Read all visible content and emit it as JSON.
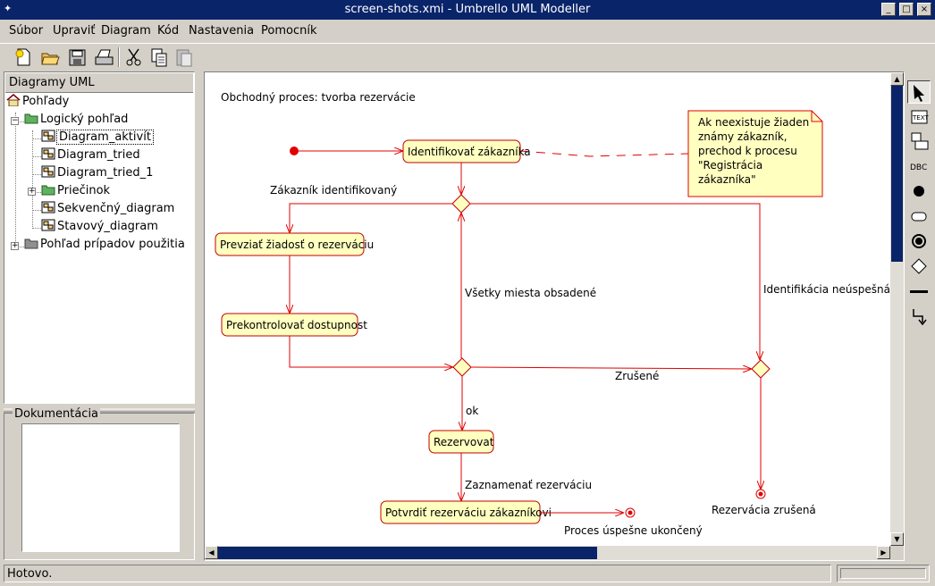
{
  "window": {
    "title": "screen-shots.xmi - Umbrello UML Modeller",
    "pin": "📌",
    "btn_min": "_",
    "btn_max": "□",
    "btn_close": "×"
  },
  "menu": {
    "items": [
      {
        "label": "Súbor"
      },
      {
        "label": "Upraviť"
      },
      {
        "label": "Diagram"
      },
      {
        "label": "Kód"
      },
      {
        "label": "Nastavenia"
      },
      {
        "label": "Pomocník"
      }
    ]
  },
  "toolbar": {
    "icons": [
      "new-icon",
      "open-icon",
      "save-icon",
      "print-icon",
      "cut-icon",
      "copy-icon",
      "paste-icon"
    ]
  },
  "tree": {
    "header": "Diagramy UML",
    "items": [
      {
        "label": "Pohľady"
      },
      {
        "label": "Logický pohľad"
      },
      {
        "label": "Diagram_aktivít"
      },
      {
        "label": "Diagram_tried"
      },
      {
        "label": "Diagram_tried_1"
      },
      {
        "label": "Priečinok"
      },
      {
        "label": "Sekvenčný_diagram"
      },
      {
        "label": "Stavový_diagram"
      },
      {
        "label": "Pohľad prípadov použitia"
      }
    ]
  },
  "doc": {
    "label": "Dokumentácia"
  },
  "diagram": {
    "title": "Obchodný proces: tvorba rezervácie",
    "activities": {
      "identify": "Identifikovať zákazníka",
      "accept": "Prevziať žiadosť o rezerváciu",
      "check": "Prekontrolovať dostupnost",
      "reserve": "Rezervovat",
      "confirm": "Potvrdiť rezerváciu zákazníkovi"
    },
    "note": [
      "Ak neexistuje žiaden",
      "známy zákazník,",
      "prechod k procesu",
      "\"Registrácia",
      "zákazníka\""
    ],
    "labels": {
      "identified": "Zákazník identifikovaný",
      "all_occupied": "Všetky miesta obsadené",
      "failed": "Identifikácia neúspešná",
      "cancelled": "Zrušené",
      "ok": "ok",
      "record": "Zaznamenať rezerváciu",
      "end_cancelled": "Rezervácia zrušená",
      "end_success": "Proces úspešne ukončený"
    }
  },
  "palette": {
    "text_label": "TEXT",
    "dbc_label": "DBC"
  },
  "status": {
    "text": "Hotovo."
  },
  "colors": {
    "titlebar": "#0a246a",
    "flow": "#e00000",
    "activity_fill": "#ffffc0",
    "note_fill": "#ffffc0"
  }
}
